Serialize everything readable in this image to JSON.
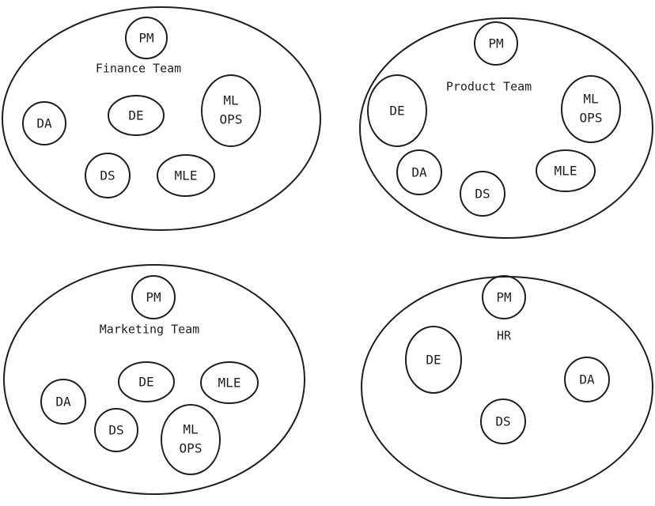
{
  "teams": {
    "finance": {
      "title": "Finance Team",
      "pm": "PM",
      "da": "DA",
      "de": "DE",
      "mlops_1": "ML",
      "mlops_2": "OPS",
      "ds": "DS",
      "mle": "MLE"
    },
    "product": {
      "title": "Product Team",
      "pm": "PM",
      "de": "DE",
      "mlops_1": "ML",
      "mlops_2": "OPS",
      "da": "DA",
      "ds": "DS",
      "mle": "MLE"
    },
    "marketing": {
      "title": "Marketing Team",
      "pm": "PM",
      "da": "DA",
      "de": "DE",
      "mle": "MLE",
      "ds": "DS",
      "mlops_1": "ML",
      "mlops_2": "OPS"
    },
    "hr": {
      "title": "HR",
      "pm": "PM",
      "de": "DE",
      "da": "DA",
      "ds": "DS"
    }
  }
}
